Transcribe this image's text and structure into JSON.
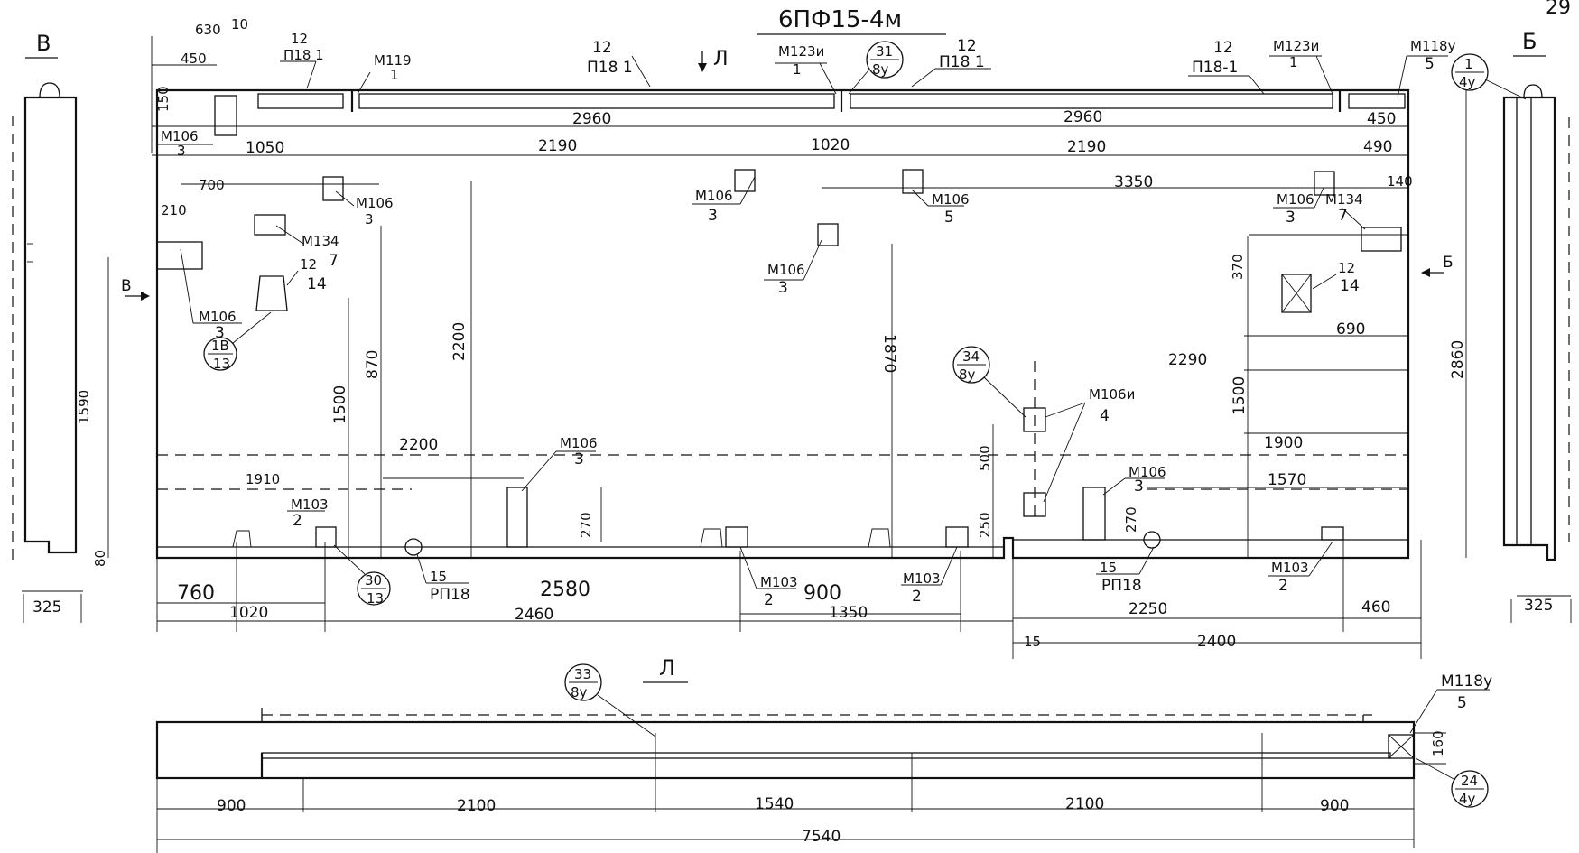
{
  "page_number": "29",
  "title": "6ПФ15-4м",
  "views": {
    "left": "В",
    "right": "Б",
    "bottom": "Л"
  },
  "arrows": {
    "top": "Л",
    "left": "В",
    "right": "Б"
  },
  "callouts": [
    {
      "top": "31",
      "bottom": "8у"
    },
    {
      "top": "1",
      "bottom": "4у"
    },
    {
      "top": "1В",
      "bottom": "13"
    },
    {
      "top": "34",
      "bottom": "8у"
    },
    {
      "top": "30",
      "bottom": "13"
    },
    {
      "top": "33",
      "bottom": "8у"
    },
    {
      "top": "24",
      "bottom": "4у"
    }
  ],
  "labels": {
    "p118_a": {
      "top": "12",
      "bottom": "П18 1"
    },
    "p118_b": {
      "top": "12",
      "bottom": "П18 1"
    },
    "p118_c": {
      "top": "12",
      "bottom": "П18 1"
    },
    "p118_d": {
      "top": "12",
      "bottom": "П18-1"
    },
    "m123_a": {
      "top": "М123и",
      "bottom": "1"
    },
    "m123_b": {
      "top": "М123и",
      "bottom": "1"
    },
    "m119_a": {
      "top": "М119",
      "bottom": "1"
    },
    "m118_a": {
      "top": "М118у",
      "bottom": "5"
    },
    "m118_b": {
      "top": "М118у",
      "bottom": "5"
    },
    "m106_tl": {
      "top": "М106",
      "bottom": "3"
    },
    "m106_a": {
      "top": "М106",
      "bottom": "3"
    },
    "m106_b": {
      "top": "М106",
      "bottom": "3"
    },
    "m106_c": {
      "top": "М106",
      "bottom": "3"
    },
    "m106_d": {
      "top": "М106",
      "bottom": "5"
    },
    "m106_e": {
      "top": "М106",
      "bottom": "3"
    },
    "m106_f": {
      "top": "М106",
      "bottom": "3"
    },
    "m106_g": {
      "top": "М106",
      "bottom": "3"
    },
    "m106_h": {
      "top": "М106",
      "bottom": "3"
    },
    "m106u": {
      "top": "М106и",
      "bottom": "4"
    },
    "m134_a": {
      "top": "М134",
      "bottom": "7"
    },
    "m134_b": {
      "top": "М134",
      "bottom": "7"
    },
    "m14_a": {
      "top": "12",
      "bottom": "14"
    },
    "m14_b": {
      "top": "12",
      "bottom": "14"
    },
    "m103_a": {
      "top": "М103",
      "bottom": "2"
    },
    "m103_b": {
      "top": "М103",
      "bottom": "2"
    },
    "m103_c": {
      "top": "М103",
      "bottom": "2"
    },
    "m103_d": {
      "top": "М103",
      "bottom": "2"
    },
    "rp118_a": {
      "top": "15",
      "bottom": "РП18"
    },
    "rp118_b": {
      "top": "15",
      "bottom": "РП18"
    }
  },
  "dims": {
    "d630": "630",
    "d10": "10",
    "d450": "450",
    "d150": "150",
    "d2960a": "2960",
    "d2960b": "2960",
    "d450r": "450",
    "d1050": "1050",
    "d2190a": "2190",
    "d1020": "1020",
    "d2190b": "2190",
    "d490": "490",
    "d700": "700",
    "d210": "210",
    "d3350": "3350",
    "d140": "140",
    "d370": "370",
    "d690": "690",
    "d2200v": "2200",
    "d1870": "1870",
    "d870": "870",
    "d1500a": "1500",
    "d1500b": "1500",
    "d2290": "2290",
    "d2860": "2860",
    "d1590": "1590",
    "d2200h": "2200",
    "d1910": "1910",
    "d1900": "1900",
    "d1570": "1570",
    "d500": "500",
    "d250": "250",
    "d270a": "270",
    "d270b": "270",
    "d80": "80",
    "d760": "760",
    "d1020b": "1020",
    "d2580": "2580",
    "d2460": "2460",
    "d900a": "900",
    "d1350": "1350",
    "d2250": "2250",
    "d460": "460",
    "d15": "15",
    "d2400": "2400",
    "d325l": "325",
    "d325r": "325",
    "d900l": "900",
    "d2100a": "2100",
    "d1540a": "1540",
    "d2100b": "2100",
    "d900r": "900",
    "d7540": "7540",
    "d160": "160"
  }
}
